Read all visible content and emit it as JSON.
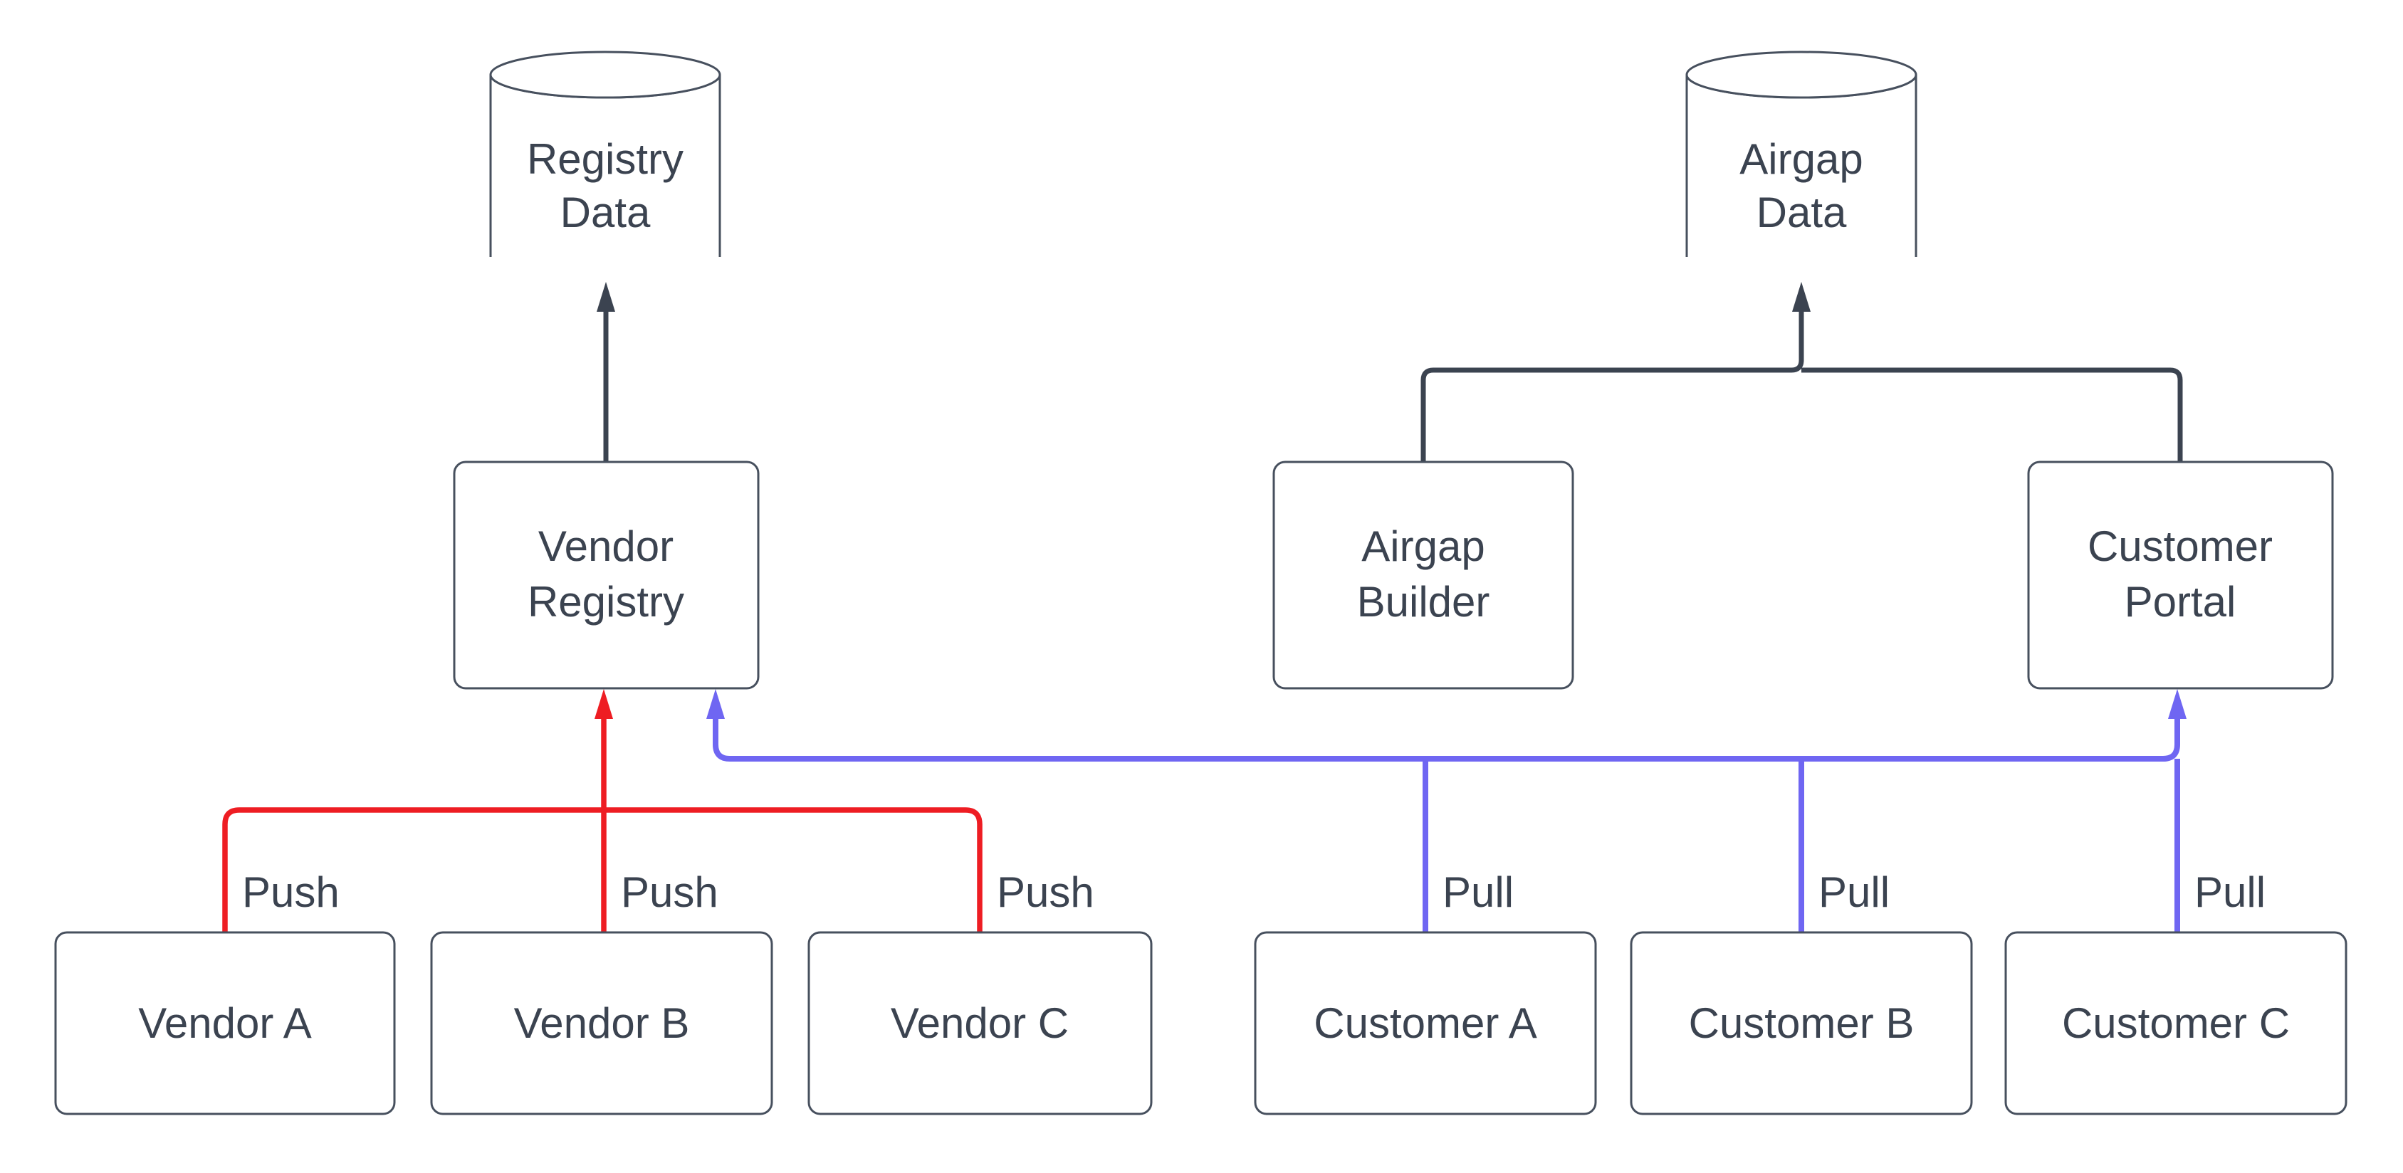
{
  "diagram": {
    "background": "#ffffff",
    "colors": {
      "node_border": "#47505e",
      "node_fill": "#ffffff",
      "text": "#3b4350",
      "flow_dark": "#3b4350",
      "push_red": "#ee1d23",
      "pull_blue": "#6f66f2"
    },
    "nodes": {
      "registry_data": {
        "type": "database-cylinder",
        "lines": [
          "Registry",
          "Data"
        ]
      },
      "airgap_data": {
        "type": "database-cylinder",
        "lines": [
          "Airgap",
          "Data"
        ]
      },
      "vendor_registry": {
        "type": "process-box",
        "lines": [
          "Vendor",
          "Registry"
        ]
      },
      "airgap_builder": {
        "type": "process-box",
        "lines": [
          "Airgap",
          "Builder"
        ]
      },
      "customer_portal": {
        "type": "process-box",
        "lines": [
          "Customer",
          "Portal"
        ]
      },
      "vendor_a": {
        "type": "process-box",
        "label": "Vendor A"
      },
      "vendor_b": {
        "type": "process-box",
        "label": "Vendor B"
      },
      "vendor_c": {
        "type": "process-box",
        "label": "Vendor C"
      },
      "customer_a": {
        "type": "process-box",
        "label": "Customer A"
      },
      "customer_b": {
        "type": "process-box",
        "label": "Customer B"
      },
      "customer_c": {
        "type": "process-box",
        "label": "Customer C"
      }
    },
    "edges": [
      {
        "from": "vendor_registry",
        "to": "registry_data",
        "label": "",
        "color": "flow_dark"
      },
      {
        "from": "airgap_builder",
        "to": "airgap_data",
        "label": "",
        "color": "flow_dark"
      },
      {
        "from": "customer_portal",
        "to": "airgap_data",
        "label": "",
        "color": "flow_dark"
      },
      {
        "from": "vendor_a",
        "to": "vendor_registry",
        "label": "Push",
        "color": "push_red"
      },
      {
        "from": "vendor_b",
        "to": "vendor_registry",
        "label": "Push",
        "color": "push_red"
      },
      {
        "from": "vendor_c",
        "to": "vendor_registry",
        "label": "Push",
        "color": "push_red"
      },
      {
        "from": "customer_a",
        "to": "vendor_registry, customer_portal",
        "label": "Pull",
        "color": "pull_blue"
      },
      {
        "from": "customer_b",
        "to": "vendor_registry, customer_portal",
        "label": "Pull",
        "color": "pull_blue"
      },
      {
        "from": "customer_c",
        "to": "vendor_registry, customer_portal",
        "label": "Pull",
        "color": "pull_blue"
      }
    ]
  }
}
